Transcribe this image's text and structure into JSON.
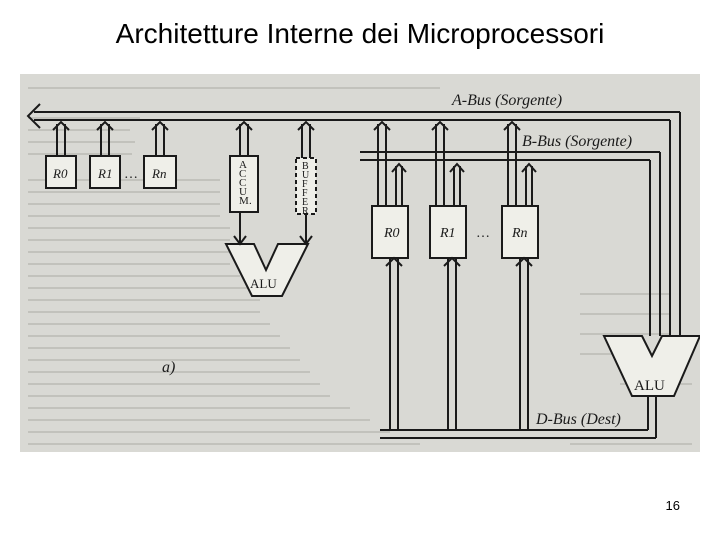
{
  "slide": {
    "title": "Architetture Interne dei Microprocessori",
    "page_number": "16"
  },
  "diagram_a": {
    "bus_label": "A-Bus (Sorgente)",
    "registers": [
      "R0",
      "R1",
      "Rn"
    ],
    "dots": "…",
    "accumulator_letters": [
      "A",
      "C",
      "C",
      "U",
      "M",
      "."
    ],
    "buffer_letters": [
      "B",
      "U",
      "F",
      "F",
      "E",
      "R"
    ],
    "alu_label": "ALU",
    "caption": "a)"
  },
  "diagram_b": {
    "source_bus_label": "B-Bus (Sorgente)",
    "registers": [
      "R0",
      "R1",
      "Rn"
    ],
    "dots": "…",
    "alu_label": "ALU",
    "dest_bus_label": "D-Bus (Dest)"
  },
  "colors": {
    "scan_background": "#d9d9d4",
    "ink": "#1a1a1a",
    "faded_text": "#a8a8a2"
  }
}
